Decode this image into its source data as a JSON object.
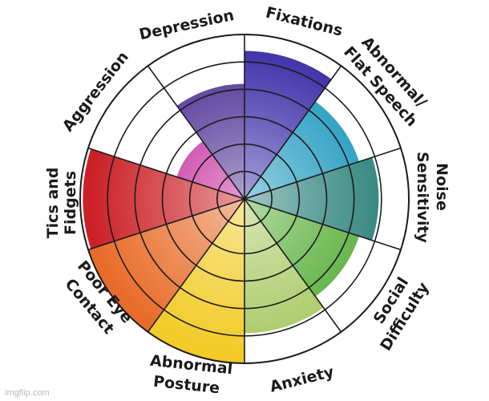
{
  "chart_data": {
    "type": "radial-bar",
    "rings": 6,
    "max_value": 6,
    "center_start": "top",
    "categories": [
      {
        "label": "Fixations",
        "value": 5.4,
        "color": "#3d2fa8"
      },
      {
        "label": "Abnormal/ Flat Speech",
        "value": 4.4,
        "color": "#1a97bd"
      },
      {
        "label": "Noise Sensitivity",
        "value": 4.9,
        "color": "#2a8079"
      },
      {
        "label": "Social Difficulty",
        "value": 4.4,
        "color": "#55ad37"
      },
      {
        "label": "Anxiety",
        "value": 4.9,
        "color": "#a8c963"
      },
      {
        "label": "Abnormal Posture",
        "value": 6.0,
        "color": "#f2cb26"
      },
      {
        "label": "Poor Eye Contact",
        "value": 6.0,
        "color": "#e86c29"
      },
      {
        "label": "Tics and Fidgets",
        "value": 5.9,
        "color": "#cb2026"
      },
      {
        "label": "Aggression",
        "value": 2.6,
        "color": "#c21d97"
      },
      {
        "label": "Depression",
        "value": 4.2,
        "color": "#4c2f94"
      }
    ]
  },
  "labels": {
    "fixations": "Fixations",
    "speech_1": "Abnormal/",
    "speech_2": "Flat Speech",
    "noise_1": "Noise",
    "noise_2": "Sensitivity",
    "social_1": "Social",
    "social_2": "Difficulty",
    "anxiety": "Anxiety",
    "posture_1": "Abnormal",
    "posture_2": "Posture",
    "eye_1": "Poor Eye",
    "eye_2": "Contact",
    "tics_1": "Tics and",
    "tics_2": "Fidgets",
    "aggression": "Aggression",
    "depression": "Depression"
  },
  "watermark": "imgflip.com"
}
